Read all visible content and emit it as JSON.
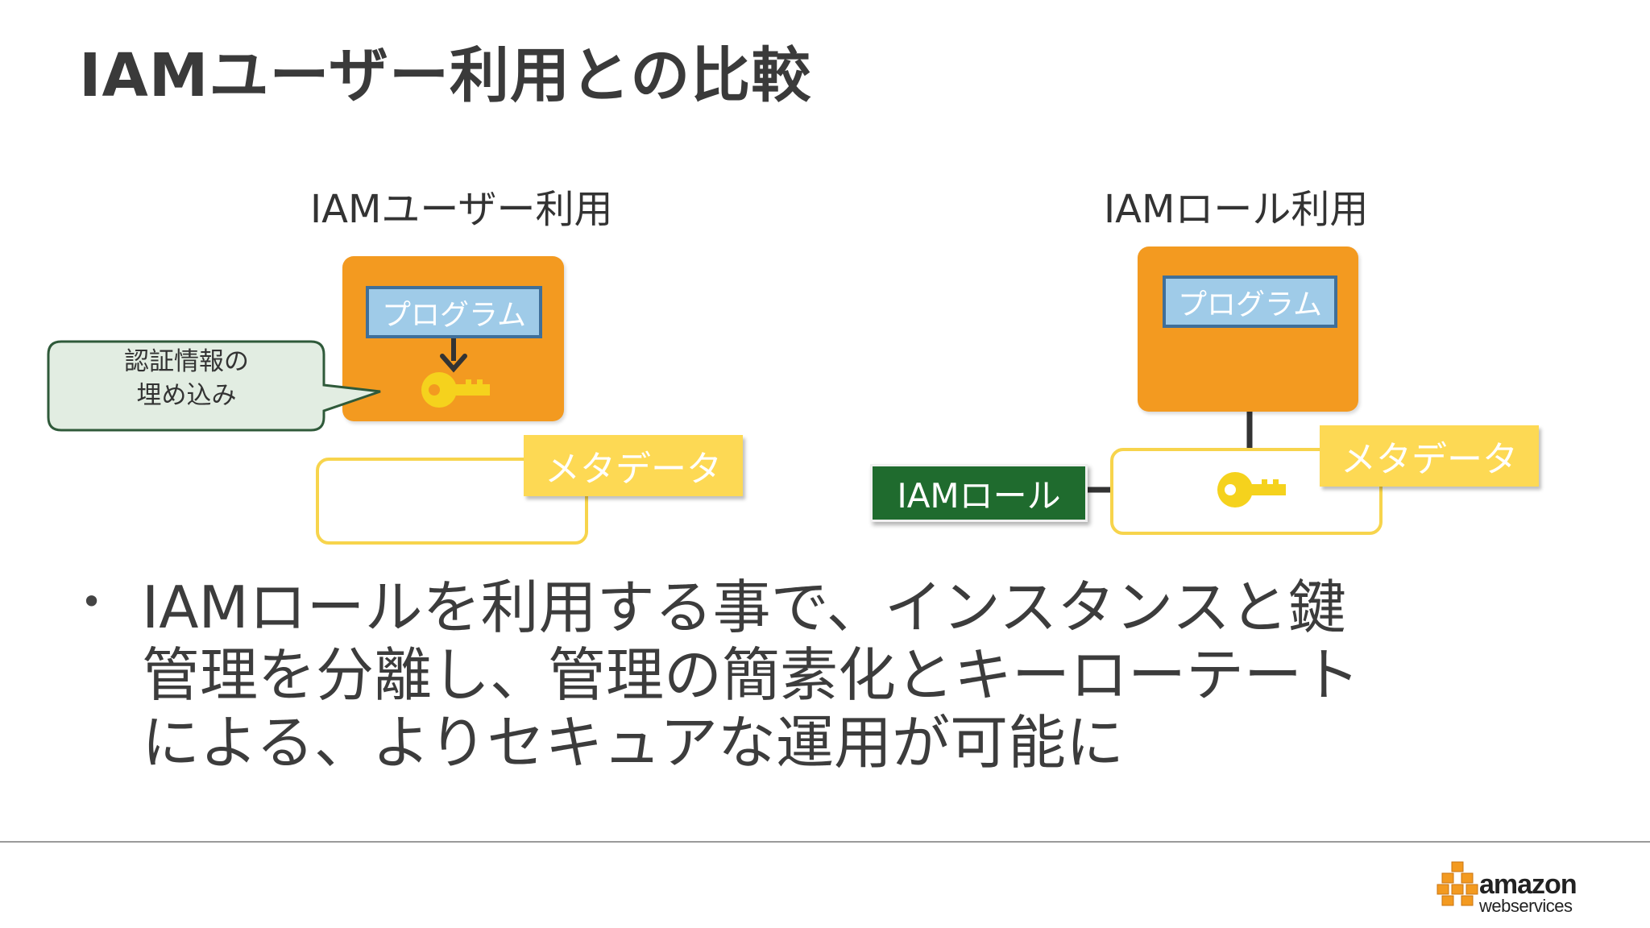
{
  "title": "IAMユーザー利用との比較",
  "left": {
    "heading": "IAMユーザー利用",
    "program_label": "プログラム",
    "callout_lines": [
      "認証情報の",
      "埋め込み"
    ],
    "metadata_label": "メタデータ"
  },
  "right": {
    "heading": "IAMロール利用",
    "program_label": "プログラム",
    "metadata_label": "メタデータ",
    "role_label": "IAMロール"
  },
  "bullet": {
    "symbol": "•",
    "lines": [
      "IAMロールを利用する事で、インスタンスと鍵",
      "管理を分離し、管理の簡素化とキーローテート",
      "による、よりセキュアな運用が可能に"
    ]
  },
  "logo": {
    "word1": "amazon",
    "word2": "webservices"
  },
  "colors": {
    "instance_orange": "#f39a20",
    "program_blue": "#9fcbe8",
    "metadata_yellow": "#fdd954",
    "role_green": "#1f6b2e",
    "key_yellow": "#f5d21d"
  },
  "icons": [
    "key-icon",
    "arrow-icon",
    "aws-cubes-icon"
  ]
}
